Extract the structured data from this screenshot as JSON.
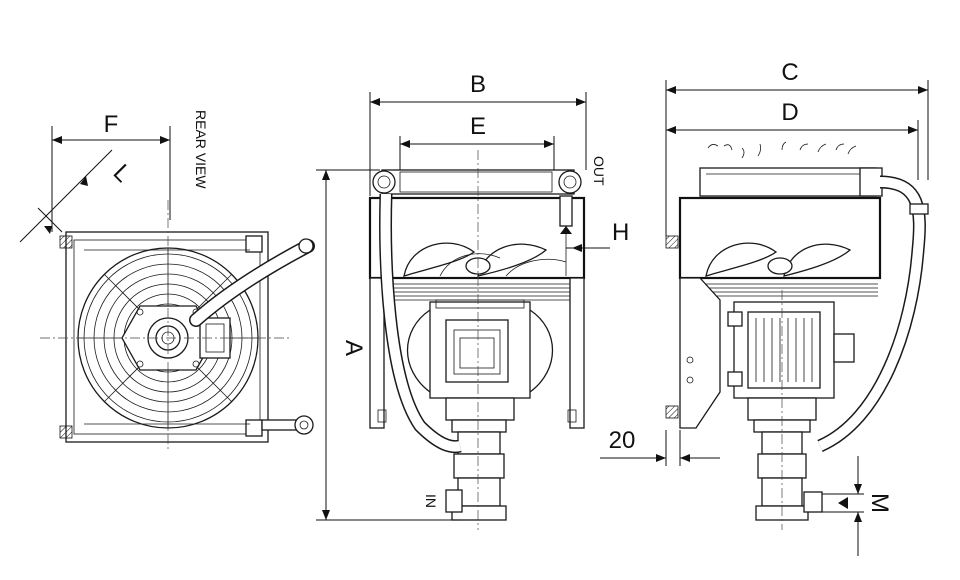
{
  "labels": {
    "dim_a": "A",
    "dim_b": "B",
    "dim_c": "C",
    "dim_d": "D",
    "dim_e": "E",
    "dim_f": "F",
    "dim_h": "H",
    "dim_m": "M",
    "dim_20": "20",
    "rear_view": "REAR VIEW",
    "out_port": "OUT",
    "in_port": "IN"
  }
}
